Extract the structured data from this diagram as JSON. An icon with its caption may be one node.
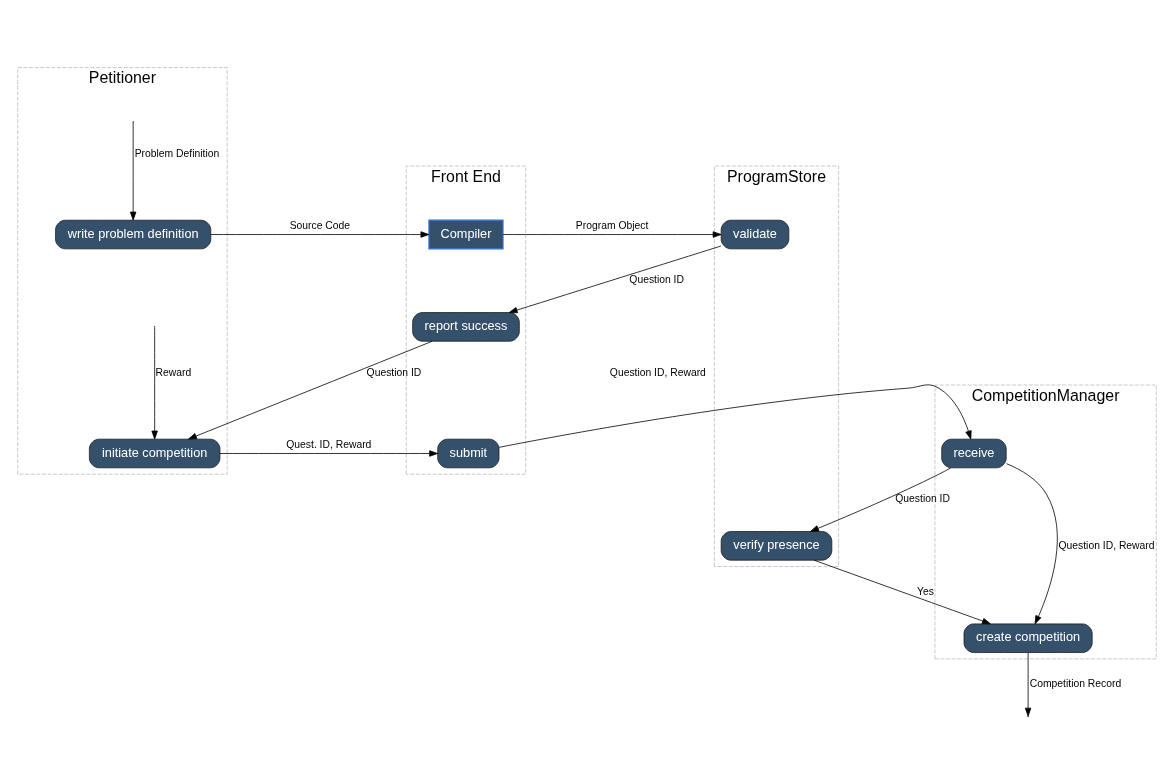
{
  "diagram": {
    "nodes": [
      {
        "text": [
          "Petitioner"
        ]
      },
      {
        "text": [
          "Front End"
        ]
      },
      {
        "text": [
          "ProgramStore"
        ]
      },
      {
        "text": [
          "CompetitionManager"
        ]
      },
      {
        "text": [
          "write problem definition"
        ],
        "in": 0
      },
      {
        "text": [
          "Compiler"
        ],
        "in": 1
      },
      {
        "text": [
          "validate"
        ],
        "in": 2
      },
      {
        "text": [
          "report success"
        ],
        "in": 1
      },
      {
        "text": [
          "initiate competition"
        ],
        "in": 0
      },
      {
        "text": [
          "submit"
        ],
        "in": 1
      },
      {
        "text": [
          "receive"
        ],
        "in": 3
      },
      {
        "text": [
          "verify presence"
        ],
        "in": 2
      },
      {
        "text": [
          "create competition"
        ],
        "in": 3
      }
    ],
    "edges": [
      {
        "from": null,
        "to": 4,
        "arrow": "to",
        "label": "Problem Definition"
      },
      {
        "from": 4,
        "to": 5,
        "arrow": "to",
        "label": "Source Code"
      },
      {
        "from": 5,
        "to": 6,
        "arrow": "to",
        "label": "Program Object"
      },
      {
        "from": 6,
        "to": 7,
        "arrow": "to",
        "label": "Question ID"
      },
      {
        "from": 7,
        "to": 8,
        "arrow": "to",
        "label": "Question ID"
      },
      {
        "from": null,
        "to": 8,
        "arrow": "to",
        "label": "Reward"
      },
      {
        "from": 8,
        "to": 9,
        "arrow": "to",
        "label": "Quest. ID, Reward"
      },
      {
        "from": 9,
        "to": 10,
        "arrow": "to",
        "label": "Question ID, Reward"
      },
      {
        "from": 10,
        "to": 11,
        "arrow": "to",
        "label": "Question ID"
      },
      {
        "from": 10,
        "to": 12,
        "arrow": "to",
        "label": "Question ID, Reward"
      },
      {
        "from": 11,
        "to": 12,
        "arrow": "to",
        "label": "Yes"
      },
      {
        "from": 12,
        "to": null,
        "arrow": "to",
        "label": "Competition Record"
      }
    ]
  }
}
